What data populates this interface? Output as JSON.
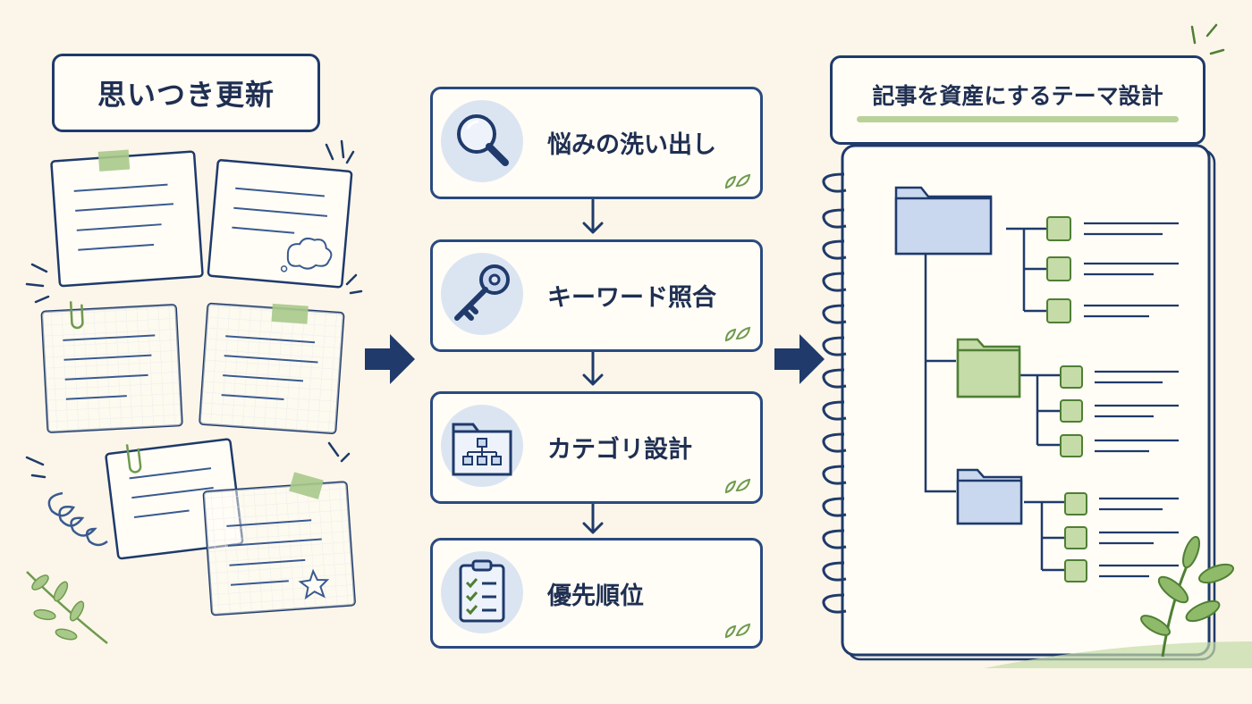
{
  "left_title": "思いつき更新",
  "right_title": "記事を資産にするテーマ設計",
  "steps": [
    {
      "label": "悩みの洗い出し",
      "icon": "magnifier-icon"
    },
    {
      "label": "キーワード照合",
      "icon": "key-icon"
    },
    {
      "label": "カテゴリ設計",
      "icon": "folder-tree-icon"
    },
    {
      "label": "優先順位",
      "icon": "checklist-icon"
    }
  ],
  "colors": {
    "navy": "#1f3a6b",
    "light_blue": "#c9d8ee",
    "green": "#8fba6a",
    "background": "#fbf6e9",
    "paper": "#fffdf6"
  }
}
